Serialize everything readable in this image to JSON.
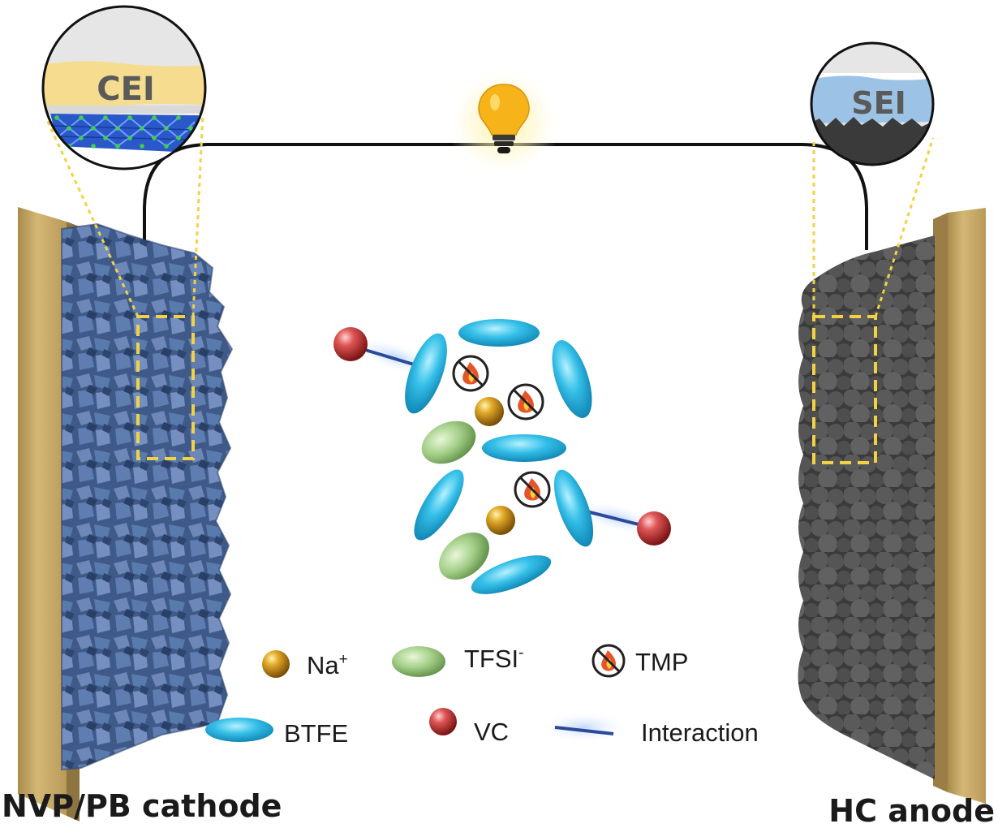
{
  "diagram": {
    "electrodes": {
      "cathode_label": "NVP/PB cathode",
      "anode_label": "HC anode"
    },
    "insets": {
      "left_label": "CEI",
      "right_label": "SEI"
    },
    "legend": {
      "na": "Na",
      "na_sup": "+",
      "tfsi": "TFSI",
      "tfsi_sup": "-",
      "tmp": "TMP",
      "btfe": "BTFE",
      "vc": "VC",
      "interaction": "Interaction"
    },
    "colors": {
      "current_collector": "#c9ad6a",
      "cathode_particles": "#4f6a9a",
      "anode_particles": "#4a4a4a",
      "cei_layer": "#f6dc8f",
      "sei_layer": "#9cc3e6",
      "btfe": "#2fb6e2",
      "tfsi": "#a7cf8c",
      "sodium": "#c8901a",
      "vc": "#d94a4a",
      "interaction": "#2a4a9a",
      "zoom_box": "#f2d245"
    },
    "icons": [
      "lightbulb-icon",
      "no-fire-icon"
    ]
  }
}
